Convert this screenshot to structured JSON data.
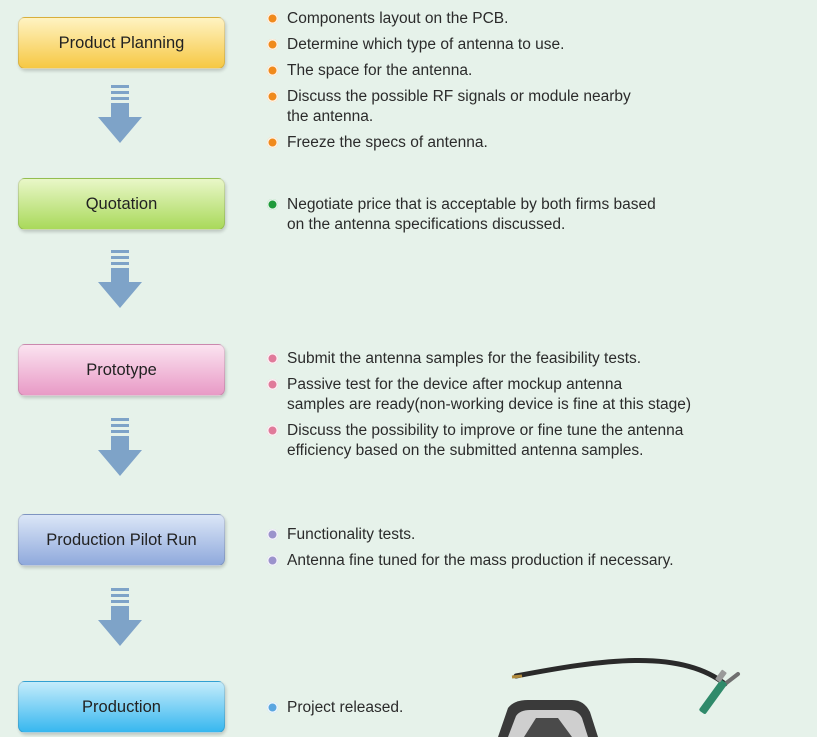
{
  "stages": [
    {
      "label": "Product Planning",
      "color_top": "#fff3c2",
      "color_bottom": "#f6c843",
      "dot_color": "#f08a1c",
      "bullets": [
        "Components layout on the PCB.",
        "Determine which type of antenna to use.",
        "The space for the antenna.",
        "Discuss the possible RF signals or module nearby\nthe antenna.",
        "Freeze the specs of antenna."
      ]
    },
    {
      "label": "Quotation",
      "color_top": "#e9f7c8",
      "color_bottom": "#a9d95a",
      "dot_color": "#1e9a3a",
      "bullets": [
        "Negotiate price that is acceptable by both firms based\non the antenna specifications discussed."
      ]
    },
    {
      "label": "Prototype",
      "color_top": "#fbe3f0",
      "color_bottom": "#e89ac6",
      "dot_color": "#e07a9a",
      "bullets": [
        "Submit the antenna samples for the feasibility tests.",
        "Passive test for the device after mockup antenna\nsamples are ready(non-working device is fine at this stage)",
        "Discuss the possibility to improve or fine tune the antenna\nefficiency based on the submitted antenna samples."
      ]
    },
    {
      "label": "Production Pilot Run",
      "color_top": "#dbe6f7",
      "color_bottom": "#8fa9dc",
      "dot_color": "#9b93cc",
      "bullets": [
        "Functionality tests.",
        "Antenna fine tuned for the mass production if necessary."
      ]
    },
    {
      "label": "Production",
      "color_top": "#c4ecfb",
      "color_bottom": "#37b7ef",
      "dot_color": "#5aa6e0",
      "bullets": [
        "Project released."
      ]
    }
  ],
  "arrow_color": "#7ea3c8"
}
